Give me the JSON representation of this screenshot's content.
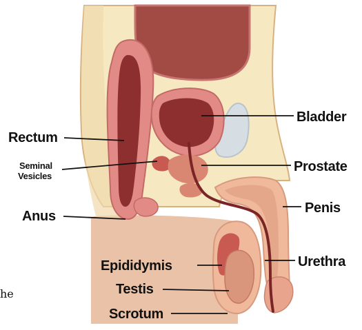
{
  "labels": {
    "bladder": "Bladder",
    "rectum": "Rectum",
    "seminal_vesicles_line1": "Seminal",
    "seminal_vesicles_line2": "Vesicles",
    "prostate": "Prostate",
    "anus": "Anus",
    "penis": "Penis",
    "epididymis": "Epididymis",
    "urethra": "Urethra",
    "testis": "Testis",
    "scrotum": "Scrotum"
  },
  "cropped_text": "he",
  "colors": {
    "skin": "#f6e9c2",
    "skin_outline": "#d9b07f",
    "thigh": "#e9c2a8",
    "organ_wall": "#e28a86",
    "organ_inner": "#8e2f2f",
    "bone": "#d6dde3",
    "bone_outline": "#b9c3cb",
    "penis_fill": "#f0b99c",
    "urethra_line": "#7a2525",
    "label": "#111111"
  }
}
